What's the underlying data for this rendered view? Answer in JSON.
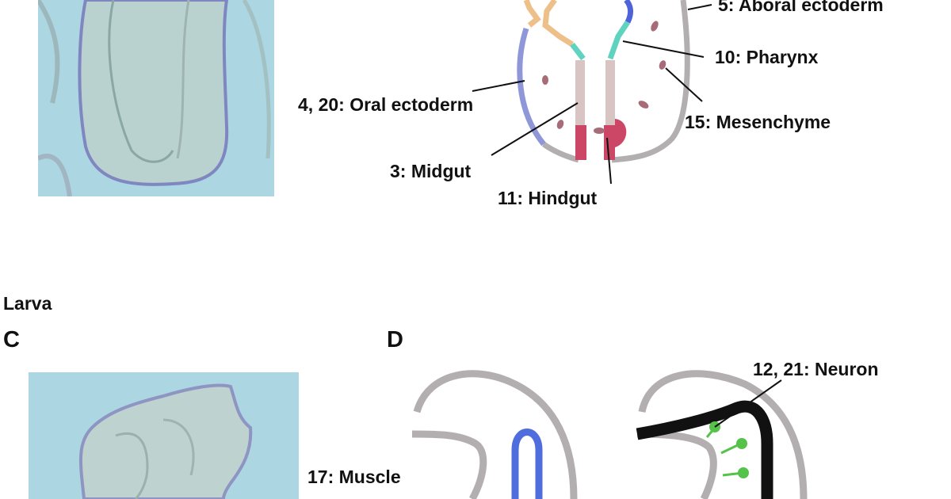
{
  "stage_label": "Larva",
  "panels": {
    "c": "C",
    "d": "D"
  },
  "labels": {
    "aboral_ectoderm": "5: Aboral ectoderm",
    "pharynx": "10: Pharynx",
    "oral_ectoderm": "4, 20: Oral ectoderm",
    "mesenchyme": "15: Mesenchyme",
    "midgut": "3: Midgut",
    "hindgut": "11: Hindgut",
    "neuron": "12, 21: Neuron",
    "muscle": "17: Muscle"
  },
  "colors": {
    "aboral_ectoderm": "#b3afb1",
    "oral_ectoderm": "#8f97d8",
    "foregut": "#edc08a",
    "pharynx": "#5fd2c0",
    "midgut": "#d9c4c4",
    "hindgut": "#cc4766",
    "mesenchyme": "#a86b78",
    "muscle": "#4f6ddc",
    "neuron": "#111111",
    "neuron_soma": "#55c24a",
    "photo_background": "#abd6e2"
  }
}
